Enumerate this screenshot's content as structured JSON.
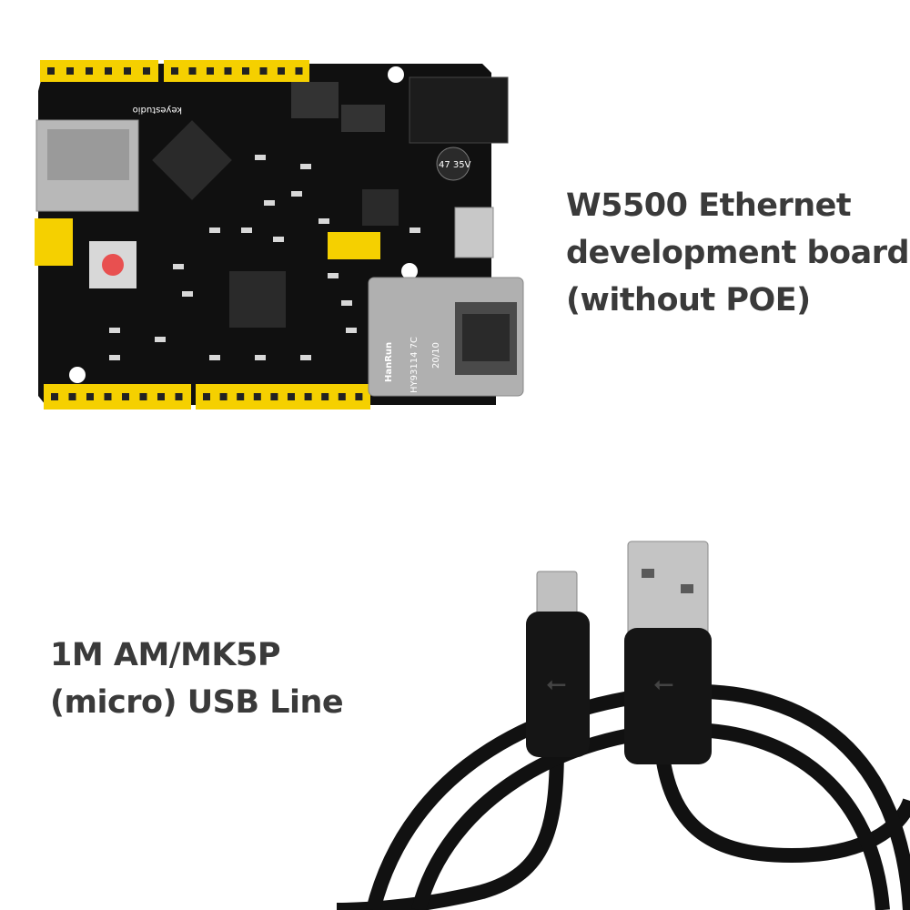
{
  "board": {
    "caption_lines": [
      "W5500 Ethernet",
      "development board",
      "(without POE)"
    ],
    "brand_text": "keyestudio",
    "jack_text_1": "HanRun",
    "jack_text_2": "HY93114 7C",
    "jack_text_3": "20/10",
    "cap_text": "47 35V"
  },
  "cable": {
    "caption_lines": [
      "1M AM/MK5P",
      "(micro) USB Line"
    ]
  },
  "colors": {
    "pcb": "#111111",
    "header": "#f5d000",
    "metal": "#b8b8b8",
    "caption": "#3a3a3a"
  },
  "icons": [
    "usb-symbol-icon"
  ]
}
